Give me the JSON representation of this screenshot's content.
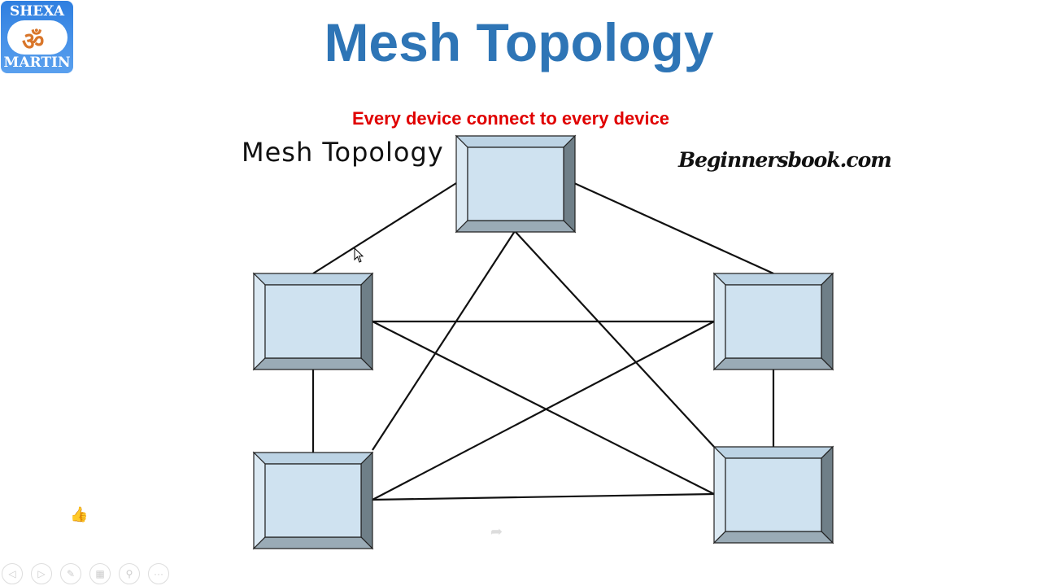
{
  "logo": {
    "top_text": "SHEXA",
    "bottom_text": "MARTIN"
  },
  "slide": {
    "title": "Mesh Topology",
    "subtitle": "Every device connect to every device",
    "diagram_title": "Mesh Topology",
    "watermark": "Beginnersbook.com"
  },
  "colors": {
    "title": "#2e75b6",
    "subtitle": "#e00000",
    "device_face": "#cfe2f0"
  },
  "diagram": {
    "nodes": [
      "top",
      "middle-left",
      "middle-right",
      "bottom-left",
      "bottom-right"
    ],
    "edges": [
      [
        "top",
        "middle-left"
      ],
      [
        "top",
        "middle-right"
      ],
      [
        "top",
        "bottom-left"
      ],
      [
        "top",
        "bottom-right"
      ],
      [
        "middle-left",
        "middle-right"
      ],
      [
        "middle-left",
        "bottom-right"
      ],
      [
        "middle-right",
        "bottom-left"
      ],
      [
        "bottom-left",
        "bottom-right"
      ],
      [
        "middle-left",
        "bottom-left"
      ],
      [
        "middle-right",
        "bottom-right"
      ]
    ]
  },
  "controls": [
    {
      "icon": "previous-icon",
      "glyph": "◁"
    },
    {
      "icon": "next-icon",
      "glyph": "▷"
    },
    {
      "icon": "pen-icon",
      "glyph": "✎"
    },
    {
      "icon": "slides-grid-icon",
      "glyph": "▦"
    },
    {
      "icon": "zoom-icon",
      "glyph": "⚲"
    },
    {
      "icon": "more-icon",
      "glyph": "···"
    }
  ]
}
